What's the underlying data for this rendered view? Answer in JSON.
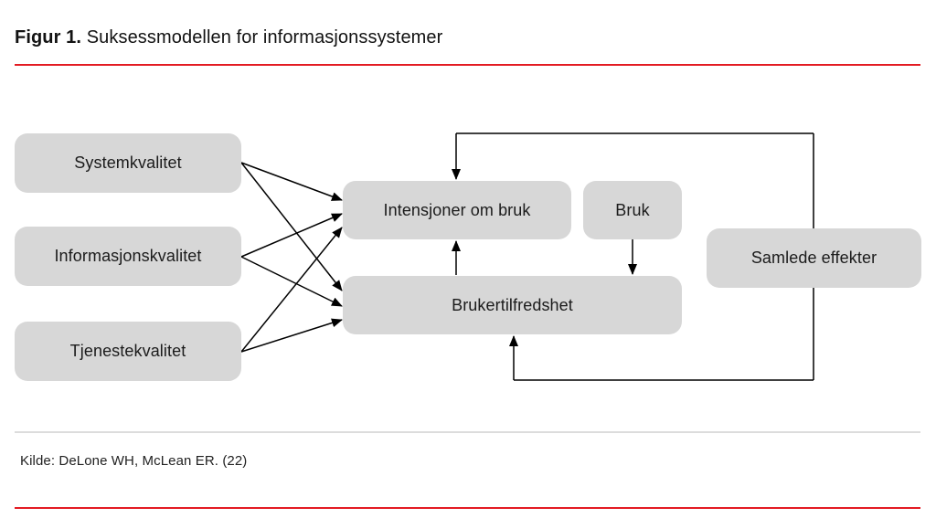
{
  "figure": {
    "label": "Figur 1.",
    "title": "Suksessmodellen for informasjonssystemer"
  },
  "diagram": {
    "nodes": {
      "systemkvalitet": {
        "label": "Systemkvalitet"
      },
      "informasjonskvalitet": {
        "label": "Informasjonskvalitet"
      },
      "tjenestekvalitet": {
        "label": "Tjenestekvalitet"
      },
      "intensjoner": {
        "label": "Intensjoner om bruk"
      },
      "bruk": {
        "label": "Bruk"
      },
      "brukertilfredshet": {
        "label": "Brukertilfredshet"
      },
      "samlede_effekter": {
        "label": "Samlede effekter"
      }
    },
    "edges": [
      {
        "from": "Systemkvalitet",
        "to": "Intensjoner om bruk"
      },
      {
        "from": "Systemkvalitet",
        "to": "Brukertilfredshet"
      },
      {
        "from": "Informasjonskvalitet",
        "to": "Intensjoner om bruk"
      },
      {
        "from": "Informasjonskvalitet",
        "to": "Brukertilfredshet"
      },
      {
        "from": "Tjenestekvalitet",
        "to": "Intensjoner om bruk"
      },
      {
        "from": "Tjenestekvalitet",
        "to": "Brukertilfredshet"
      },
      {
        "from": "Brukertilfredshet",
        "to": "Intensjoner om bruk"
      },
      {
        "from": "Bruk",
        "to": "Brukertilfredshet"
      },
      {
        "from": "Samlede effekter",
        "to": "Intensjoner om bruk",
        "type": "feedback-loop-top"
      },
      {
        "from": "Samlede effekter",
        "to": "Brukertilfredshet",
        "type": "feedback-loop-bottom"
      }
    ]
  },
  "source": {
    "text": "Kilde: DeLone WH, McLean ER. (22)"
  },
  "colors": {
    "accent_red": "#e31b23",
    "node_fill": "#d7d7d7",
    "line_black": "#000000",
    "divider_gray": "#dcdcdc"
  }
}
